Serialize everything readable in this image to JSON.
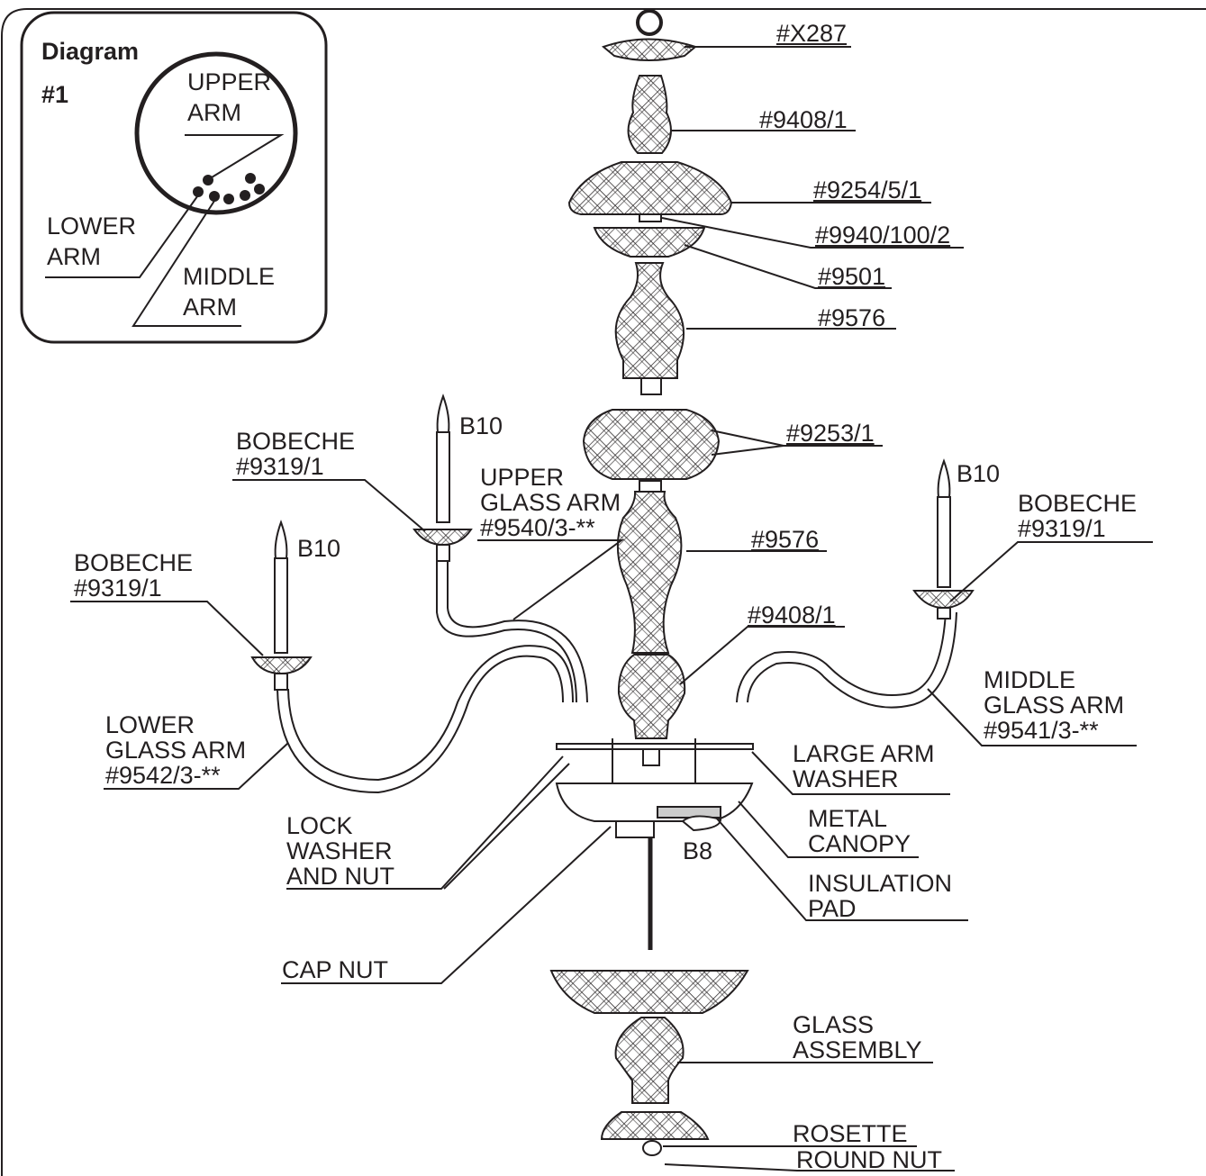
{
  "inset": {
    "title_line1": "Diagram",
    "title_line2": "#1",
    "upper_arm": [
      "UPPER",
      "ARM"
    ],
    "lower_arm": [
      "LOWER",
      "ARM"
    ],
    "middle_arm": [
      "MIDDLE",
      "ARM"
    ]
  },
  "parts": {
    "finial": "#X287",
    "top_knob": "#9408/1",
    "upper_dome": "#9254/5/1",
    "spacer_ring": "#9940/100/2",
    "lower_dish": "#9501",
    "upper_column": "#9576",
    "middle_ball": "#9253/1",
    "lower_column": "#9576",
    "bottom_knob": "#9408/1"
  },
  "callouts": {
    "b10_upper": "B10",
    "b10_left": "B10",
    "b10_right": "B10",
    "b8": "B8",
    "bobeche_upper": [
      "BOBECHE",
      "#9319/1"
    ],
    "bobeche_left": [
      "BOBECHE",
      "#9319/1"
    ],
    "bobeche_right": [
      "BOBECHE",
      "#9319/1"
    ],
    "upper_glass_arm": [
      "UPPER",
      "GLASS ARM",
      "#9540/3-**"
    ],
    "lower_glass_arm": [
      "LOWER",
      "GLASS ARM",
      "#9542/3-**"
    ],
    "middle_glass_arm": [
      "MIDDLE",
      "GLASS ARM",
      "#9541/3-**"
    ],
    "large_arm_washer": [
      "LARGE ARM",
      "WASHER"
    ],
    "metal_canopy": [
      "METAL",
      "CANOPY"
    ],
    "insulation_pad": [
      "INSULATION",
      "PAD"
    ],
    "lock_washer": [
      "LOCK",
      "WASHER",
      "AND NUT"
    ],
    "cap_nut": "CAP NUT",
    "glass_assembly": [
      "GLASS",
      "ASSEMBLY"
    ],
    "rosette": "ROSETTE",
    "round_nut": "ROUND NUT"
  }
}
